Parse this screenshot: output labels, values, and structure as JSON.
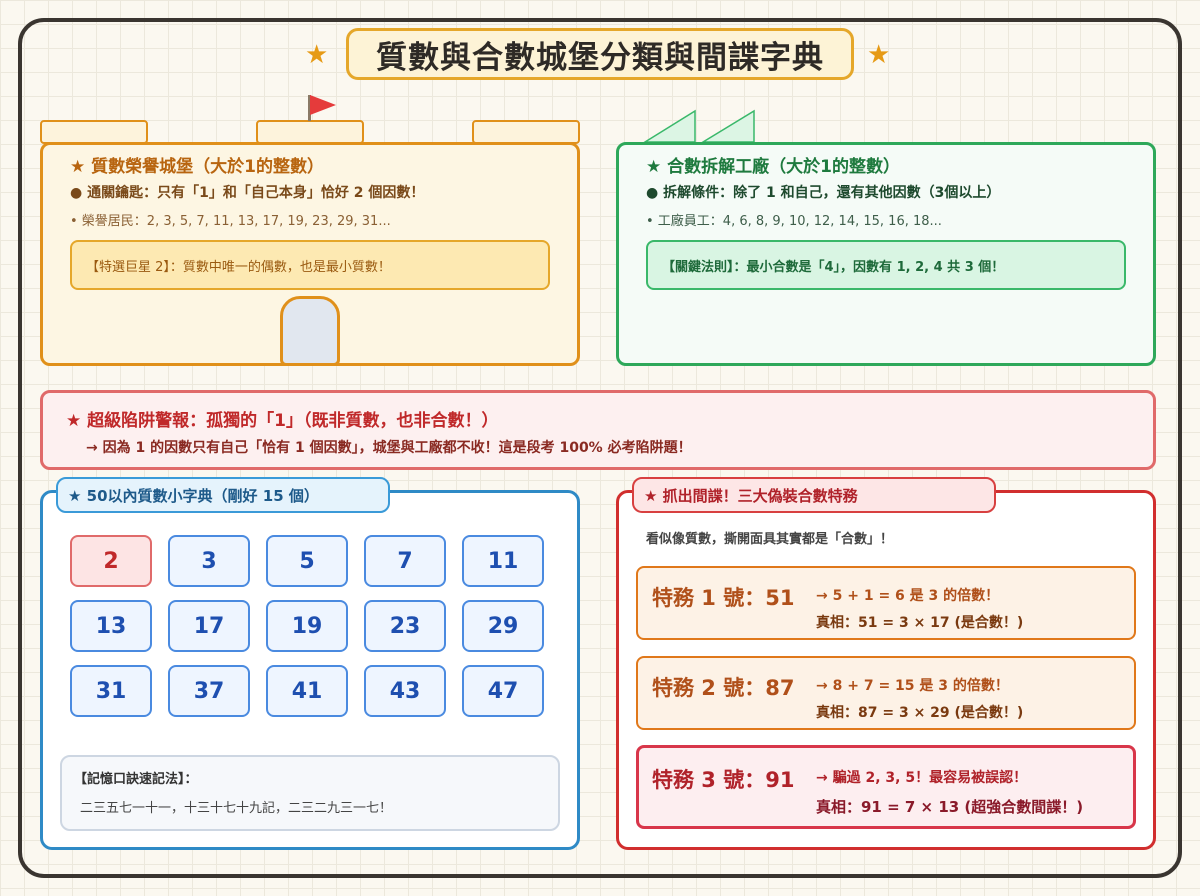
{
  "title": "質數與合數城堡分類與間諜字典",
  "castle": {
    "heading": "★ 質數榮譽城堡（大於1的整數）",
    "rule": "● 通關鑰匙：只有「1」和「自己本身」恰好 2 個因數！",
    "residents": "• 榮譽居民：2, 3, 5, 7, 11, 13, 17, 19, 23, 29, 31...",
    "note": "【特選巨星 2】：質數中唯一的偶數，也是最小質數！"
  },
  "factory": {
    "heading": "★ 合數拆解工廠（大於1的整數）",
    "rule": "● 拆解條件：除了 1 和自己，還有其他因數（3個以上）",
    "workers": "• 工廠員工：4, 6, 8, 9, 10, 12, 14, 15, 16, 18...",
    "note": "【關鍵法則】：最小合數是「4」，因數有 1, 2, 4 共 3 個！"
  },
  "warning": {
    "heading": "★ 超級陷阱警報：孤獨的「1」（既非質數，也非合數！）",
    "text": "→ 因為 1 的因數只有自己「恰有 1 個因數」，城堡與工廠都不收！這是段考 100% 必考陷阱題！"
  },
  "dictionary": {
    "tab": "★ 50以內質數小字典（剛好 15 個）",
    "primes": [
      "2",
      "3",
      "5",
      "7",
      "11",
      "13",
      "17",
      "19",
      "23",
      "29",
      "31",
      "37",
      "41",
      "43",
      "47"
    ],
    "memo_title": "【記憶口訣速記法】：",
    "memo_text": "二三五七一十一，十三十七十九記，二三二九三一七！"
  },
  "spy": {
    "tab": "★ 抓出間諜！三大偽裝合數特務",
    "intro": "看似像質數，撕開面具其實都是「合數」！",
    "missions": [
      {
        "label": "特務 1 號：51",
        "hint": "→ 5 + 1 = 6 是 3 的倍數！",
        "truth": "真相：51 = 3 × 17 (是合數！)"
      },
      {
        "label": "特務 2 號：87",
        "hint": "→ 8 + 7 = 15 是 3 的倍數！",
        "truth": "真相：87 = 3 × 29 (是合數！)"
      },
      {
        "label": "特務 3 號：91",
        "hint": "→ 騙過 2, 3, 5！最容易被誤認！",
        "truth": "真相：91 = 7 × 13 (超強合數間諜！)"
      }
    ]
  },
  "colors": {
    "castle": "#e0901a",
    "factory": "#2ea85a",
    "warning": "#e06a6a",
    "dictionary": "#2f8ac6",
    "spy": "#d12e2e",
    "flag": "#e53b3b"
  },
  "icons": [
    "star-icon",
    "flag-icon",
    "factory-roof-icon"
  ]
}
